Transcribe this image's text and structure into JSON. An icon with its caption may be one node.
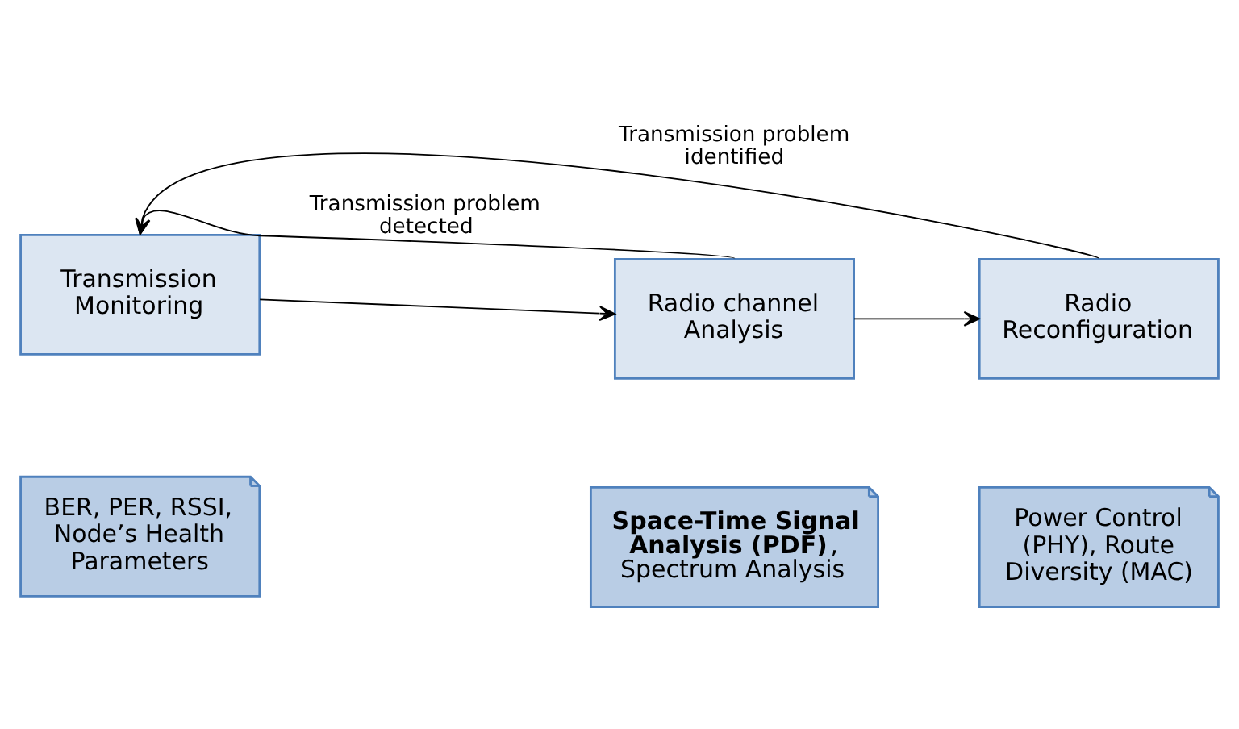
{
  "diagram": {
    "nodes": [
      {
        "text": [
          "Transmission Monitoring"
        ]
      },
      {
        "text": [
          "Radio channel Analysis"
        ]
      },
      {
        "text": [
          "Radio Reconfiguration"
        ]
      },
      {
        "text": [
          "BER, PER, RSSI, Node’s Health Parameters"
        ]
      },
      {
        "text": [
          "**Space-Time Signal Analysis (PDF)**, Spectrum Analysis"
        ]
      },
      {
        "text": [
          "Power Control (PHY), Route Diversity (MAC)"
        ]
      }
    ],
    "edges": [
      {
        "from": 0,
        "to": 1,
        "arrow": "to"
      },
      {
        "from": 1,
        "to": 2,
        "arrow": "to"
      },
      {
        "from": 1,
        "to": 0,
        "arrow": "to",
        "label": "Transmission problem detected"
      },
      {
        "from": 2,
        "to": 0,
        "arrow": "to",
        "label": "Transmission problem identified"
      }
    ]
  }
}
